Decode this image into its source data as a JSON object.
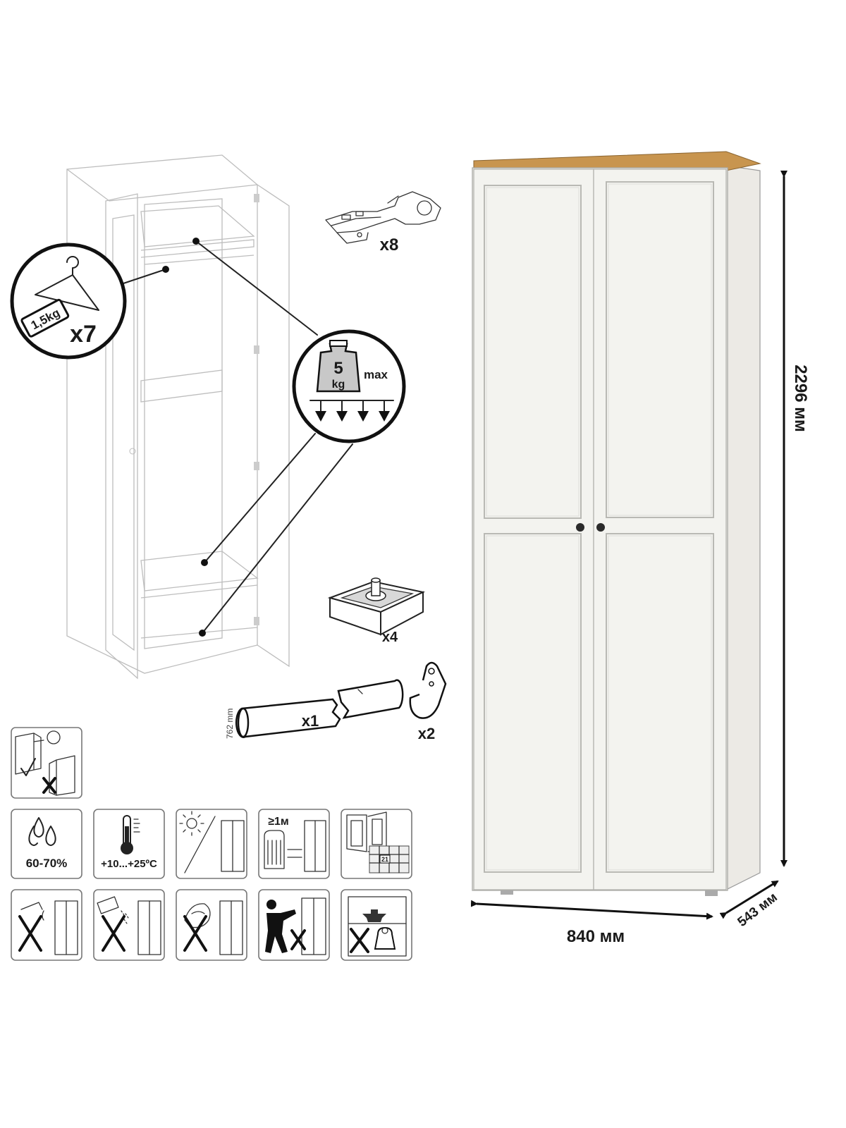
{
  "hanger_badge": {
    "weight": "1,5kg",
    "count": "x7"
  },
  "shelf_badge": {
    "weight_value": "5",
    "weight_unit": "kg",
    "max": "max"
  },
  "parts": {
    "hinge_qty": "x8",
    "foot_qty": "x4",
    "rail_length": "762 mm",
    "rail_qty": "x1",
    "rail_holder_qty": "x2"
  },
  "care_icons": {
    "humidity": "60-70%",
    "temperature": "+10...+25ºC",
    "distance": "≥1м",
    "calendar_day": "21"
  },
  "dimensions": {
    "height": "2296 мм",
    "width": "840 мм",
    "depth": "543 мм"
  },
  "colors": {
    "body": "#f1f1ed",
    "worktop": "#c8954f",
    "line": "#222222"
  }
}
